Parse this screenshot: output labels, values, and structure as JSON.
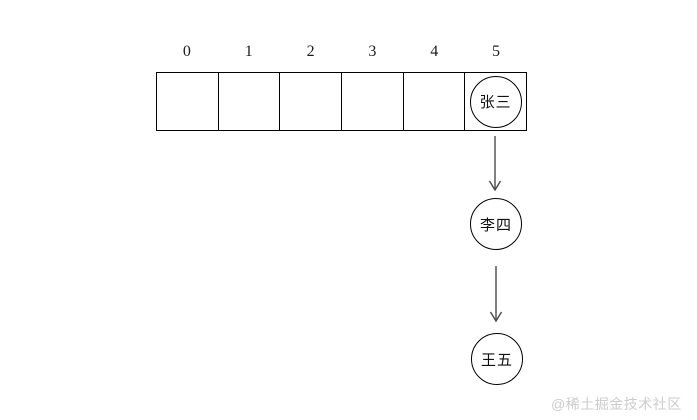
{
  "diagram": {
    "description": "hash table array with chained nodes",
    "array": {
      "indices": [
        "0",
        "1",
        "2",
        "3",
        "4",
        "5"
      ]
    },
    "nodes": [
      {
        "label": "张三"
      },
      {
        "label": "李四"
      },
      {
        "label": "王五"
      }
    ],
    "colors": {
      "outline": "#000000",
      "arrow": "#4a4a4a",
      "watermark": "#cccccc",
      "background": "#ffffff"
    },
    "watermark": {
      "text": "@稀土掘金技术社区"
    }
  }
}
